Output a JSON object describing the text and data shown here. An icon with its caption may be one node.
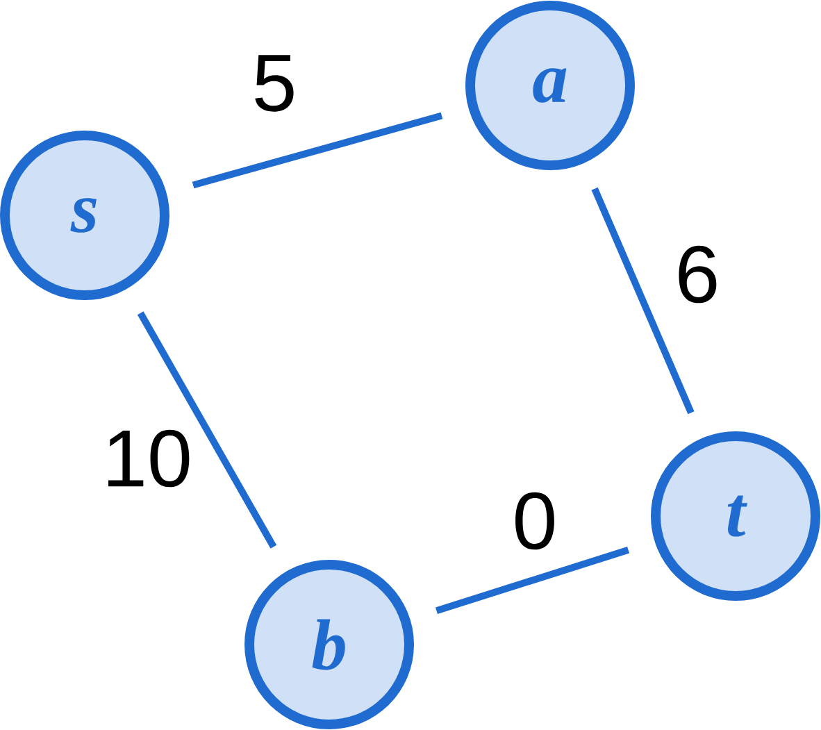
{
  "diagram": {
    "nodes": [
      {
        "text": [
          "s"
        ]
      },
      {
        "text": [
          "a"
        ]
      },
      {
        "text": [
          "t"
        ]
      },
      {
        "text": [
          "b"
        ]
      }
    ],
    "edges": [
      {
        "from": 0,
        "to": 1,
        "arrow": "none",
        "label": "5"
      },
      {
        "from": 1,
        "to": 2,
        "arrow": "none",
        "label": "6"
      },
      {
        "from": 0,
        "to": 3,
        "arrow": "none",
        "label": "10"
      },
      {
        "from": 3,
        "to": 2,
        "arrow": "none",
        "label": "0"
      }
    ]
  }
}
